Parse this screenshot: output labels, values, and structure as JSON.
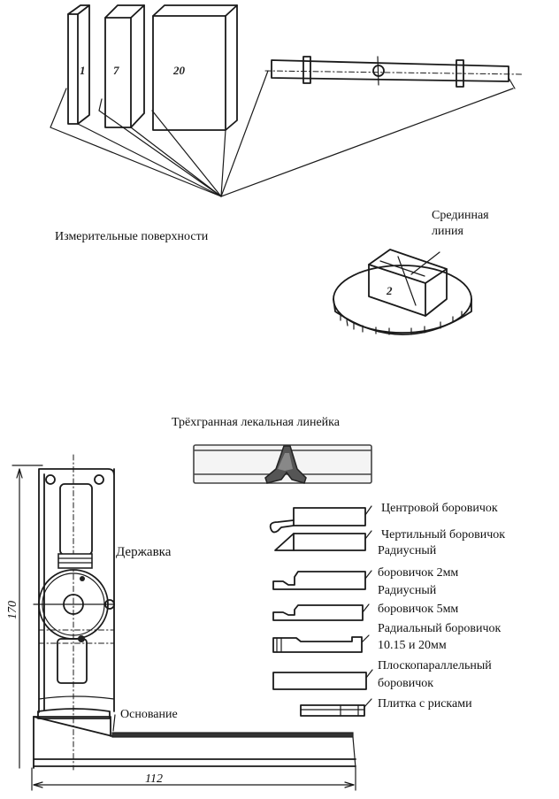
{
  "figure": {
    "top_section": {
      "gauge_blocks": [
        {
          "label": "1"
        },
        {
          "label": "7"
        },
        {
          "label": "20"
        }
      ],
      "measuring_surfaces_label": "Измерительные поверхности",
      "median_line_label_line1": "Срединная",
      "median_line_label_line2": "линия",
      "disk_block_label": "2"
    },
    "bottom_section": {
      "three_edge_ruler_label": "Трёхгранная лекальная линейка",
      "holder_label": "Державка",
      "base_label": "Основание",
      "dimension_vertical": "170",
      "dimension_horizontal": "112",
      "accessories": [
        {
          "name": "center-jaw",
          "lines": [
            "Центровой боровичок"
          ]
        },
        {
          "name": "scriber-jaw",
          "lines": [
            "Чертильный боровичок"
          ]
        },
        {
          "name": "radius-jaw-2mm",
          "lines": [
            "Радиусный",
            "боровичок 2мм"
          ]
        },
        {
          "name": "radius-jaw-5mm",
          "lines": [
            "Радиусный",
            "боровичок 5мм"
          ]
        },
        {
          "name": "radial-jaw-10-15-20",
          "lines": [
            "Радиальный боровичок",
            "10.15 и 20мм"
          ]
        },
        {
          "name": "plane-parallel-jaw",
          "lines": [
            "Плоскопараллельный",
            "боровичок"
          ]
        },
        {
          "name": "scribed-plate",
          "lines": [
            "Плитка с рисками"
          ]
        }
      ]
    }
  }
}
